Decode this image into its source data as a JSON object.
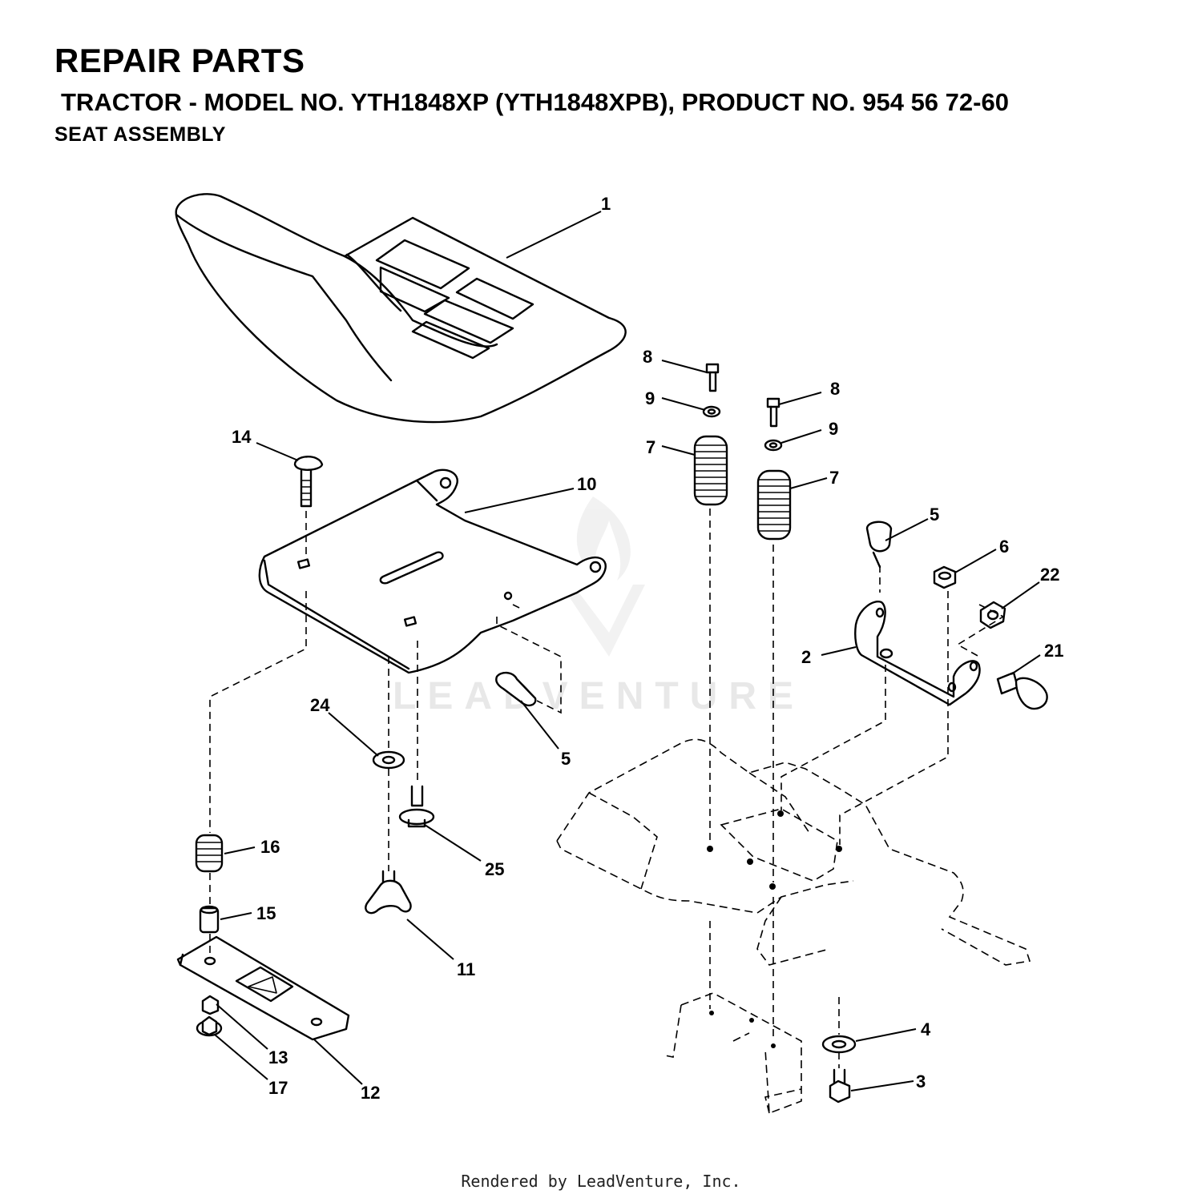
{
  "header": {
    "title": "REPAIR PARTS",
    "subtitle": "TRACTOR - MODEL NO. YTH1848XP (YTH1848XPB), PRODUCT NO. 954 56 72-60",
    "section": "SEAT  ASSEMBLY"
  },
  "watermark": "LEADVENTURE",
  "footer": "Rendered by LeadVenture, Inc.",
  "callouts": {
    "c1": "1",
    "c2": "2",
    "c3": "3",
    "c4": "4",
    "c5a": "5",
    "c5b": "5",
    "c6": "6",
    "c7a": "7",
    "c7b": "7",
    "c8a": "8",
    "c8b": "8",
    "c9a": "9",
    "c9b": "9",
    "c10": "10",
    "c11": "11",
    "c12": "12",
    "c13": "13",
    "c14": "14",
    "c15": "15",
    "c16": "16",
    "c17": "17",
    "c21": "21",
    "c22": "22",
    "c24": "24",
    "c25": "25"
  }
}
